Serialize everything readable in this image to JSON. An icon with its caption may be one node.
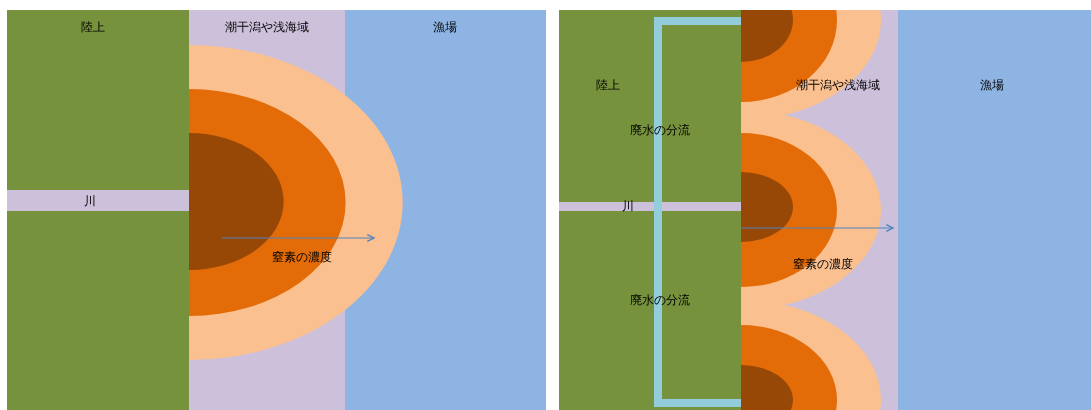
{
  "diagram": {
    "labels": [
      "陸上",
      "潮干潟や浅海域",
      "漁場",
      "川",
      "窒素の濃度",
      "陸上",
      "潮干潟や浅海域",
      "漁場",
      "廃水の分流",
      "川",
      "窒素の濃度",
      "廃水の分流"
    ]
  }
}
